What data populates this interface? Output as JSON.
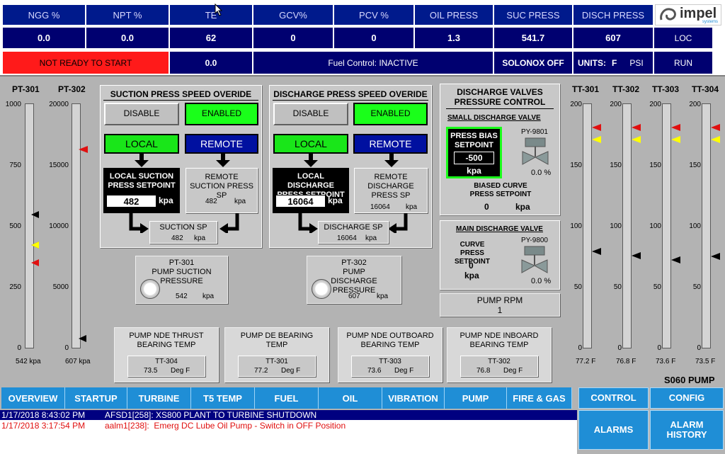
{
  "header": {
    "columns": [
      {
        "label": "NGG %",
        "value": "0.0"
      },
      {
        "label": "NPT %",
        "value": "0.0"
      },
      {
        "label": "TE",
        "value": "62"
      },
      {
        "label": "GCV%",
        "value": "0"
      },
      {
        "label": "PCV %",
        "value": "0"
      },
      {
        "label": "OIL PRESS",
        "value": "1.3"
      },
      {
        "label": "SUC PRESS",
        "value": "541.7"
      },
      {
        "label": "DISCH PRESS",
        "value": "607"
      }
    ],
    "logo": {
      "text": "impel",
      "sub": "systems"
    },
    "loc_button": "LOC",
    "run_button": "RUN",
    "status_alert": "NOT READY TO START",
    "status_value": "0.0",
    "fuel_control": "Fuel Control: INACTIVE",
    "solonox": "SOLONOX OFF",
    "units_label": "UNITS:",
    "units_value": "F",
    "units_psi": "PSI"
  },
  "left_scales": {
    "pt301": {
      "name": "PT-301",
      "ticks": [
        "1000",
        "750",
        "500",
        "250",
        "0"
      ],
      "reading": "542 kpa"
    },
    "pt302": {
      "name": "PT-302",
      "ticks": [
        "20000",
        "15000",
        "10000",
        "5000",
        "0"
      ],
      "reading": "607 kpa"
    }
  },
  "suction": {
    "title": "SUCTION PRESS SPEED OVERIDE",
    "disable": "DISABLE",
    "enabled": "ENABLED",
    "local": "LOCAL",
    "remote": "REMOTE",
    "local_sp_label": "LOCAL SUCTION PRESS SETPOINT",
    "local_sp_value": "482",
    "local_sp_unit": "kpa",
    "remote_sp_label": "REMOTE SUCTION PRESS SP",
    "remote_sp_value": "482",
    "remote_sp_unit": "kpa",
    "sp_label": "SUCTION SP",
    "sp_value": "482",
    "sp_unit": "kpa"
  },
  "discharge": {
    "title": "DISCHARGE PRESS SPEED OVERIDE",
    "disable": "DISABLE",
    "enabled": "ENABLED",
    "local": "LOCAL",
    "remote": "REMOTE",
    "local_sp_label": "LOCAL DISCHARGE PRESS SETPOINT",
    "local_sp_value": "16064",
    "local_sp_unit": "kpa",
    "remote_sp_label": "REMOTE DISCHARGE PRESS SP",
    "remote_sp_value": "16064",
    "remote_sp_unit": "kpa",
    "sp_label": "DISCHARGE SP",
    "sp_value": "16064",
    "sp_unit": "kpa"
  },
  "pump_suction": {
    "tag": "PT-301",
    "label": "PUMP SUCTION PRESSURE",
    "value": "542",
    "unit": "kpa"
  },
  "pump_discharge": {
    "tag": "PT-302",
    "label": "PUMP DISCHARGE PRESSURE",
    "value": "607",
    "unit": "kpa"
  },
  "valves": {
    "title": "DISCHARGE VALVES PRESSURE CONTROL",
    "small_title": "SMALL DISCHARGE VALVE",
    "bias_label": "PRESS BIAS SETPOINT",
    "bias_value": "-500",
    "bias_unit": "kpa",
    "small_tag": "PY-9801",
    "small_pct": "0.0",
    "pct_unit": "%",
    "biased_label": "BIASED CURVE PRESS SETPOINT",
    "biased_value": "0",
    "biased_unit": "kpa",
    "main_title": "MAIN DISCHARGE VALVE",
    "curve_label": "CURVE PRESS SETPOINT",
    "curve_value": "0",
    "curve_unit": "kpa",
    "main_tag": "PY-9800",
    "main_pct": "0.0"
  },
  "rpm": {
    "label": "PUMP RPM",
    "value": "1"
  },
  "bearings": [
    {
      "title": "PUMP NDE THRUST BEARING TEMP",
      "tag": "TT-304",
      "value": "73.5",
      "unit": "Deg F"
    },
    {
      "title": "PUMP DE BEARING TEMP",
      "tag": "TT-301",
      "value": "77.2",
      "unit": "Deg F"
    },
    {
      "title": "PUMP NDE OUTBOARD BEARING TEMP",
      "tag": "TT-303",
      "value": "73.6",
      "unit": "Deg F"
    },
    {
      "title": "PUMP NDE INBOARD BEARING TEMP",
      "tag": "TT-302",
      "value": "76.8",
      "unit": "Deg F"
    }
  ],
  "right_scales": [
    {
      "name": "TT-301",
      "ticks": [
        "200",
        "150",
        "100",
        "50",
        "0"
      ],
      "reading": "77.2 F"
    },
    {
      "name": "TT-302",
      "ticks": [
        "200",
        "150",
        "100",
        "50",
        "0"
      ],
      "reading": "76.8 F"
    },
    {
      "name": "TT-303",
      "ticks": [
        "200",
        "150",
        "100",
        "50",
        "0"
      ],
      "reading": "73.6 F"
    },
    {
      "name": "TT-304",
      "ticks": [
        "200",
        "150",
        "100",
        "50",
        "0"
      ],
      "reading": "73.5 F"
    }
  ],
  "screen_title": "S060 PUMP",
  "nav": [
    "OVERVIEW",
    "STARTUP",
    "TURBINE",
    "T5 TEMP",
    "FUEL",
    "OIL",
    "VIBRATION",
    "PUMP",
    "FIRE & GAS"
  ],
  "right_nav": {
    "control": "CONTROL",
    "config": "CONFIG",
    "alarms": "ALARMS",
    "alarm_history": "ALARM HISTORY"
  },
  "alarms": [
    {
      "time": "1/17/2018 8:43:02 PM",
      "text": "AFSD1[258]: XS800 PLANT TO TURBINE SHUTDOWN"
    },
    {
      "time": "1/17/2018 3:17:54 PM",
      "text": "aalm1[238]:  Emerg DC Lube Oil Pump - Switch in OFF Position"
    }
  ],
  "colors": {
    "alert_red": "#ff1a1a",
    "nav_blue": "#1f8ed6",
    "header_blue": "#001a8c",
    "enabled_green": "#1aff1a",
    "alarm_bg": "#000080"
  }
}
